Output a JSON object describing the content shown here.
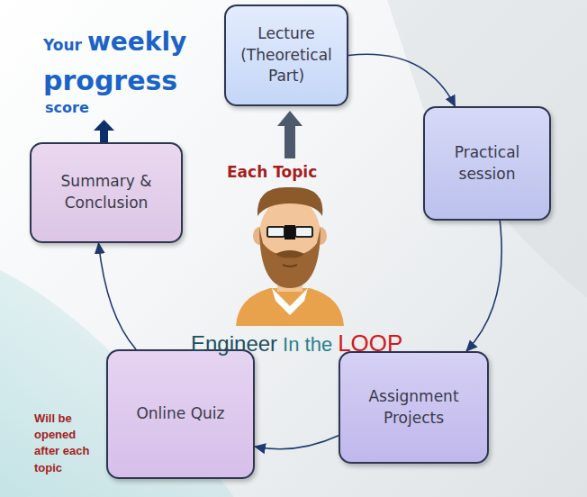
{
  "diagram": {
    "nodes": [
      {
        "text": [
          "Lecture",
          "(Theoretical Part)"
        ]
      },
      {
        "text": [
          "Practical session"
        ]
      },
      {
        "text": [
          "Assignment Projects"
        ]
      },
      {
        "text": [
          "Online Quiz"
        ]
      },
      {
        "text": [
          "Summary & Conclusion"
        ]
      }
    ],
    "edges": [
      {
        "from": 0,
        "to": 1,
        "arrow": "to"
      },
      {
        "from": 1,
        "to": 2,
        "arrow": "to"
      },
      {
        "from": 2,
        "to": 3,
        "arrow": "to"
      },
      {
        "from": 3,
        "to": 4,
        "arrow": "to"
      }
    ],
    "labels": [
      "Your",
      "weekly",
      "progress",
      "score",
      "Each Topic",
      "Engineer",
      "In the",
      "LOOP",
      "Will be opened after each topic"
    ]
  }
}
